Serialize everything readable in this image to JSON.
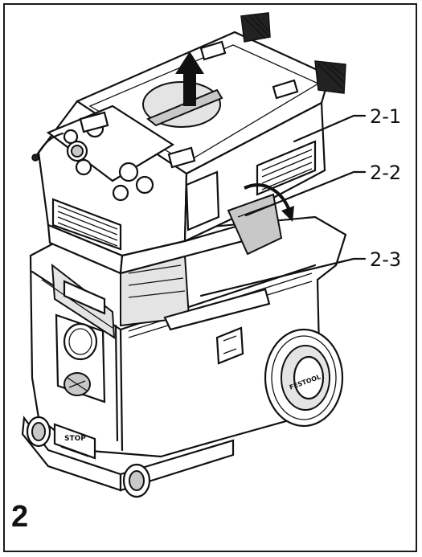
{
  "figure": {
    "number": "2",
    "callouts": [
      {
        "id": "2-1",
        "label": "2-1"
      },
      {
        "id": "2-2",
        "label": "2-2"
      },
      {
        "id": "2-3",
        "label": "2-3"
      }
    ],
    "device_labels": {
      "brand": "FESTOOL",
      "stop": "STOP"
    }
  }
}
